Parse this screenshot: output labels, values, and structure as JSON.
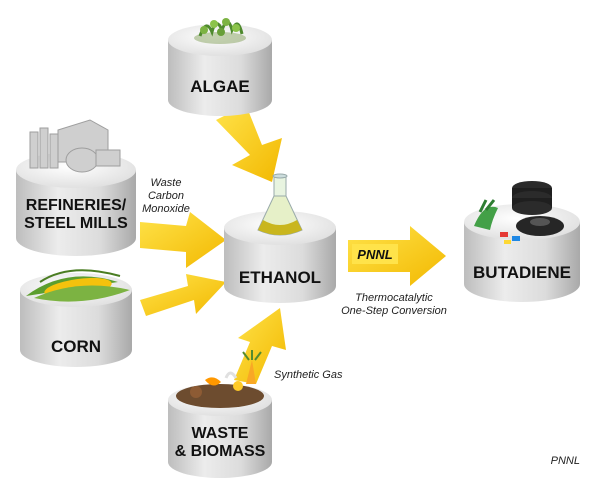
{
  "nodes": {
    "algae": "ALGAE",
    "refineries_line1": "REFINERIES/",
    "refineries_line2": "STEEL MILLS",
    "corn": "CORN",
    "waste_line1": "WASTE",
    "waste_line2": "& BIOMASS",
    "ethanol": "ETHANOL",
    "butadiene": "BUTADIENE"
  },
  "annotations": {
    "waste_co_line1": "Waste",
    "waste_co_line2": "Carbon",
    "waste_co_line3": "Monoxide",
    "synthetic_gas": "Synthetic Gas",
    "arrow_badge": "PNNL",
    "conversion_line1": "Thermocatalytic",
    "conversion_line2": "One-Step Conversion"
  },
  "credit": "PNNL",
  "colors": {
    "arrow": "#f6c800",
    "arrow_dark": "#e0a800",
    "pedestal_top": "#f4f4f4",
    "pedestal_side": "#d9d9d9"
  }
}
